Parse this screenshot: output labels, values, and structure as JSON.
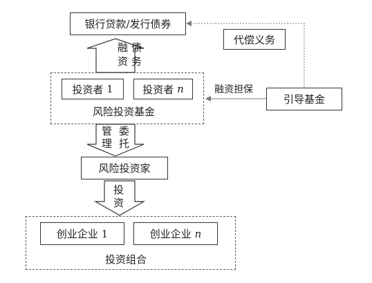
{
  "nodes": {
    "bank": "银行贷款/发行债券",
    "obligation": "代偿义务",
    "investor_1": {
      "text": "投资者",
      "sym": "1"
    },
    "investor_n": {
      "text": "投资者",
      "sym": "n"
    },
    "vc_fund": "风险投资基金",
    "guide_fund": "引导基金",
    "vc": "风险投资家",
    "firm_1": {
      "text": "创业企业",
      "sym": "1"
    },
    "firm_n": {
      "text": "创业企业",
      "sym": "n"
    },
    "portfolio": "投资组合"
  },
  "arrow_labels": {
    "financing": [
      "融",
      "债",
      "资",
      "务"
    ],
    "entrust": [
      "管",
      "委",
      "理",
      "托"
    ],
    "invest": [
      "投",
      "资"
    ],
    "guarantee": "融资担保"
  }
}
